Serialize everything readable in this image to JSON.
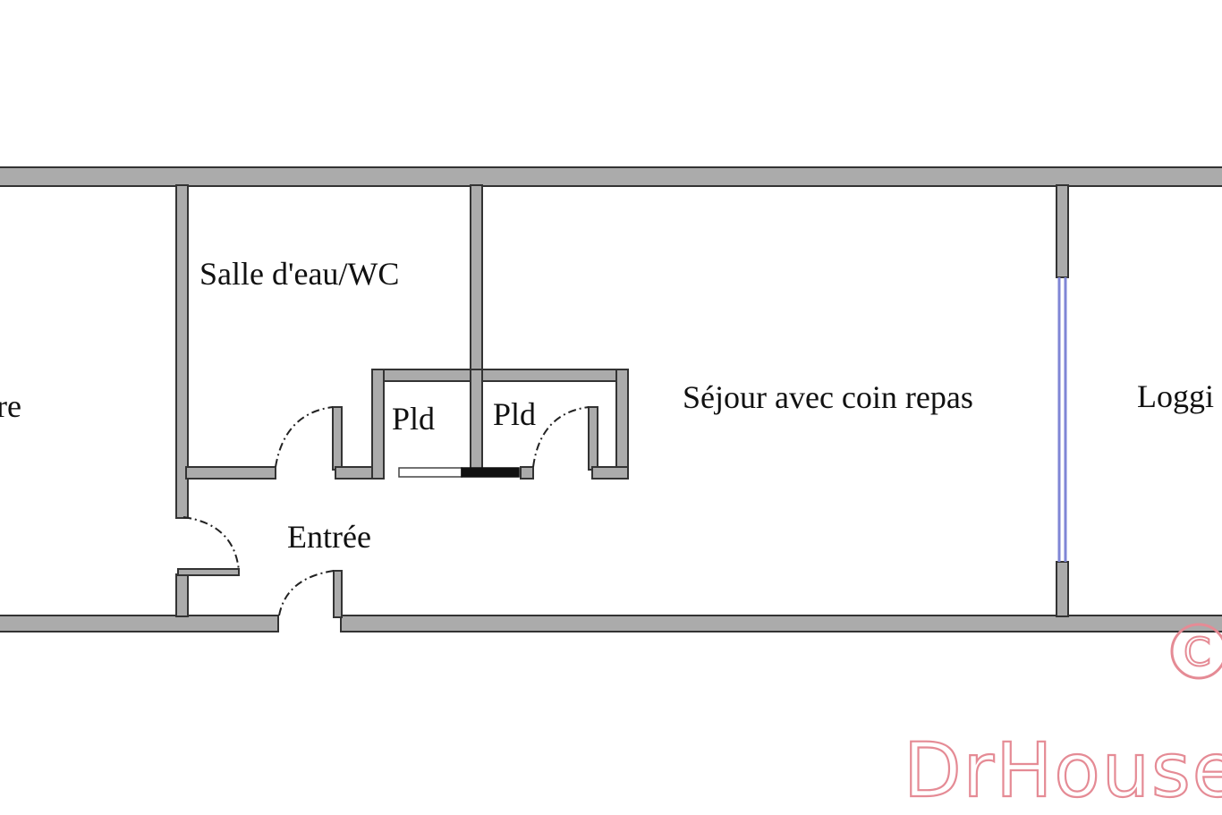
{
  "plan": {
    "rooms": {
      "bedroom_partial": "re",
      "bathroom": "Salle d'eau/WC",
      "closet_1": "Pld",
      "closet_2": "Pld",
      "living": "Séjour avec coin repas",
      "entrance": "Entrée",
      "loggia_partial": "Loggi"
    },
    "colors": {
      "wall_fill": "#ababab",
      "wall_outline": "#333333",
      "window": "#7f86d6",
      "watermark": "#e58b95"
    }
  },
  "watermark": {
    "brand": "DrHouse",
    "copyright_symbol": "C"
  }
}
